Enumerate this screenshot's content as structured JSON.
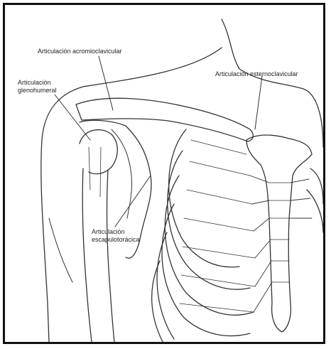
{
  "figure": {
    "labels": {
      "acromioclavicular": "Articulación acromioclavicular",
      "esternoclavicular": "Articulación esternoclavicular",
      "glenohumeral_line1": "Articulación",
      "glenohumeral_line2": "glenohumeral",
      "escapulotoracica_line1": "Articulación",
      "escapulotoracica_line2": "escapulotorácica"
    },
    "colors": {
      "ink": "#222222",
      "frame": "#111111",
      "background": "#ffffff"
    }
  }
}
